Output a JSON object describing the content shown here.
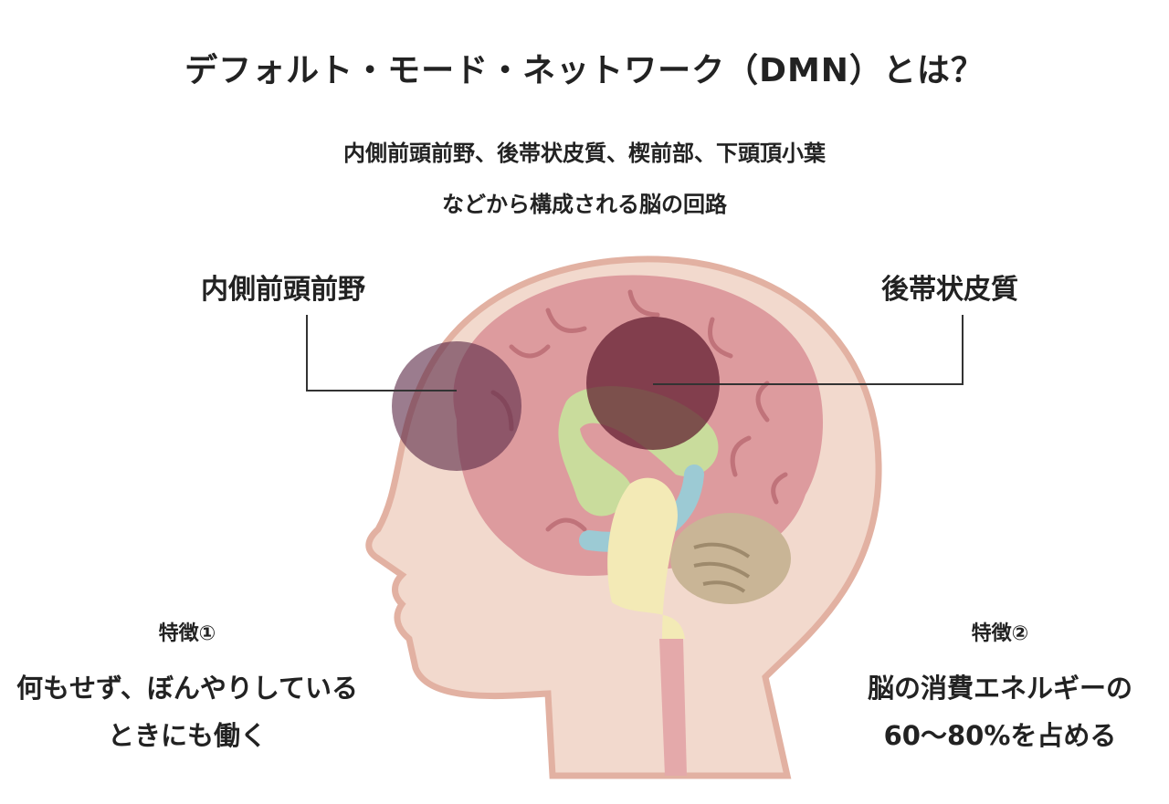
{
  "title": "デフォルト・モード・ネットワーク（DMN）とは？",
  "subtitle": [
    "内側前頭前野、後帯状皮質、楔前部、下頭頂小葉",
    "などから構成される脳の回路"
  ],
  "labels": {
    "left": "内側前頭前野",
    "right": "後帯状皮質"
  },
  "features": [
    {
      "heading": "特徴①",
      "lines": [
        "何もせず、ぼんやりしている",
        "ときにも働く"
      ]
    },
    {
      "heading": "特徴②",
      "lines": [
        "脳の消費エネルギーの",
        "60〜80%を占める"
      ]
    }
  ],
  "colors": {
    "skin": "#f2d9cd",
    "outline": "#e2b1a2",
    "brain": "#dd9b9e",
    "highlight": "#6e2a3c",
    "cerebellum": "#c9b596",
    "limbic": "#c9dc9c",
    "ventricle": "#9ccad4",
    "brainstem": "#f3eab6"
  }
}
